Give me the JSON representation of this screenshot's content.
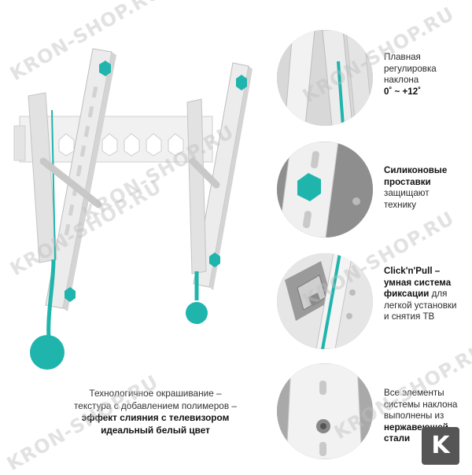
{
  "watermark": "KRON-SHOP.RU",
  "colors": {
    "accent": "#1fb5ad",
    "metal": "#e6e6e6",
    "circle_bg": "#cfcfcf"
  },
  "features": [
    {
      "lines": [
        "Плавная",
        "регулировка",
        "наклона"
      ],
      "bold_lines": [
        "0˚ ~ +12˚"
      ]
    },
    {
      "bold_lines": [
        "Силиконовые",
        "проставки"
      ],
      "lines": [
        "защищают",
        "технику"
      ]
    },
    {
      "bold_lines": [
        "Click'n'Pull –",
        "умная система",
        "фиксации"
      ],
      "tail": "для",
      "lines": [
        "легкой установки",
        "и снятия ТВ"
      ]
    },
    {
      "lines": [
        "Все элементы",
        "системы наклона",
        "выполнены из"
      ],
      "bold_lines": [
        "нержавеющей",
        "стали"
      ]
    }
  ],
  "caption": {
    "lines": [
      "Технологичное окрашивание –",
      "текстура с добавлением полимеров –"
    ],
    "bold_lines": [
      "эффект слияния с телевизором"
    ],
    "end_lines": [
      "идеальный белый цвет"
    ]
  },
  "logo_letter": "K"
}
